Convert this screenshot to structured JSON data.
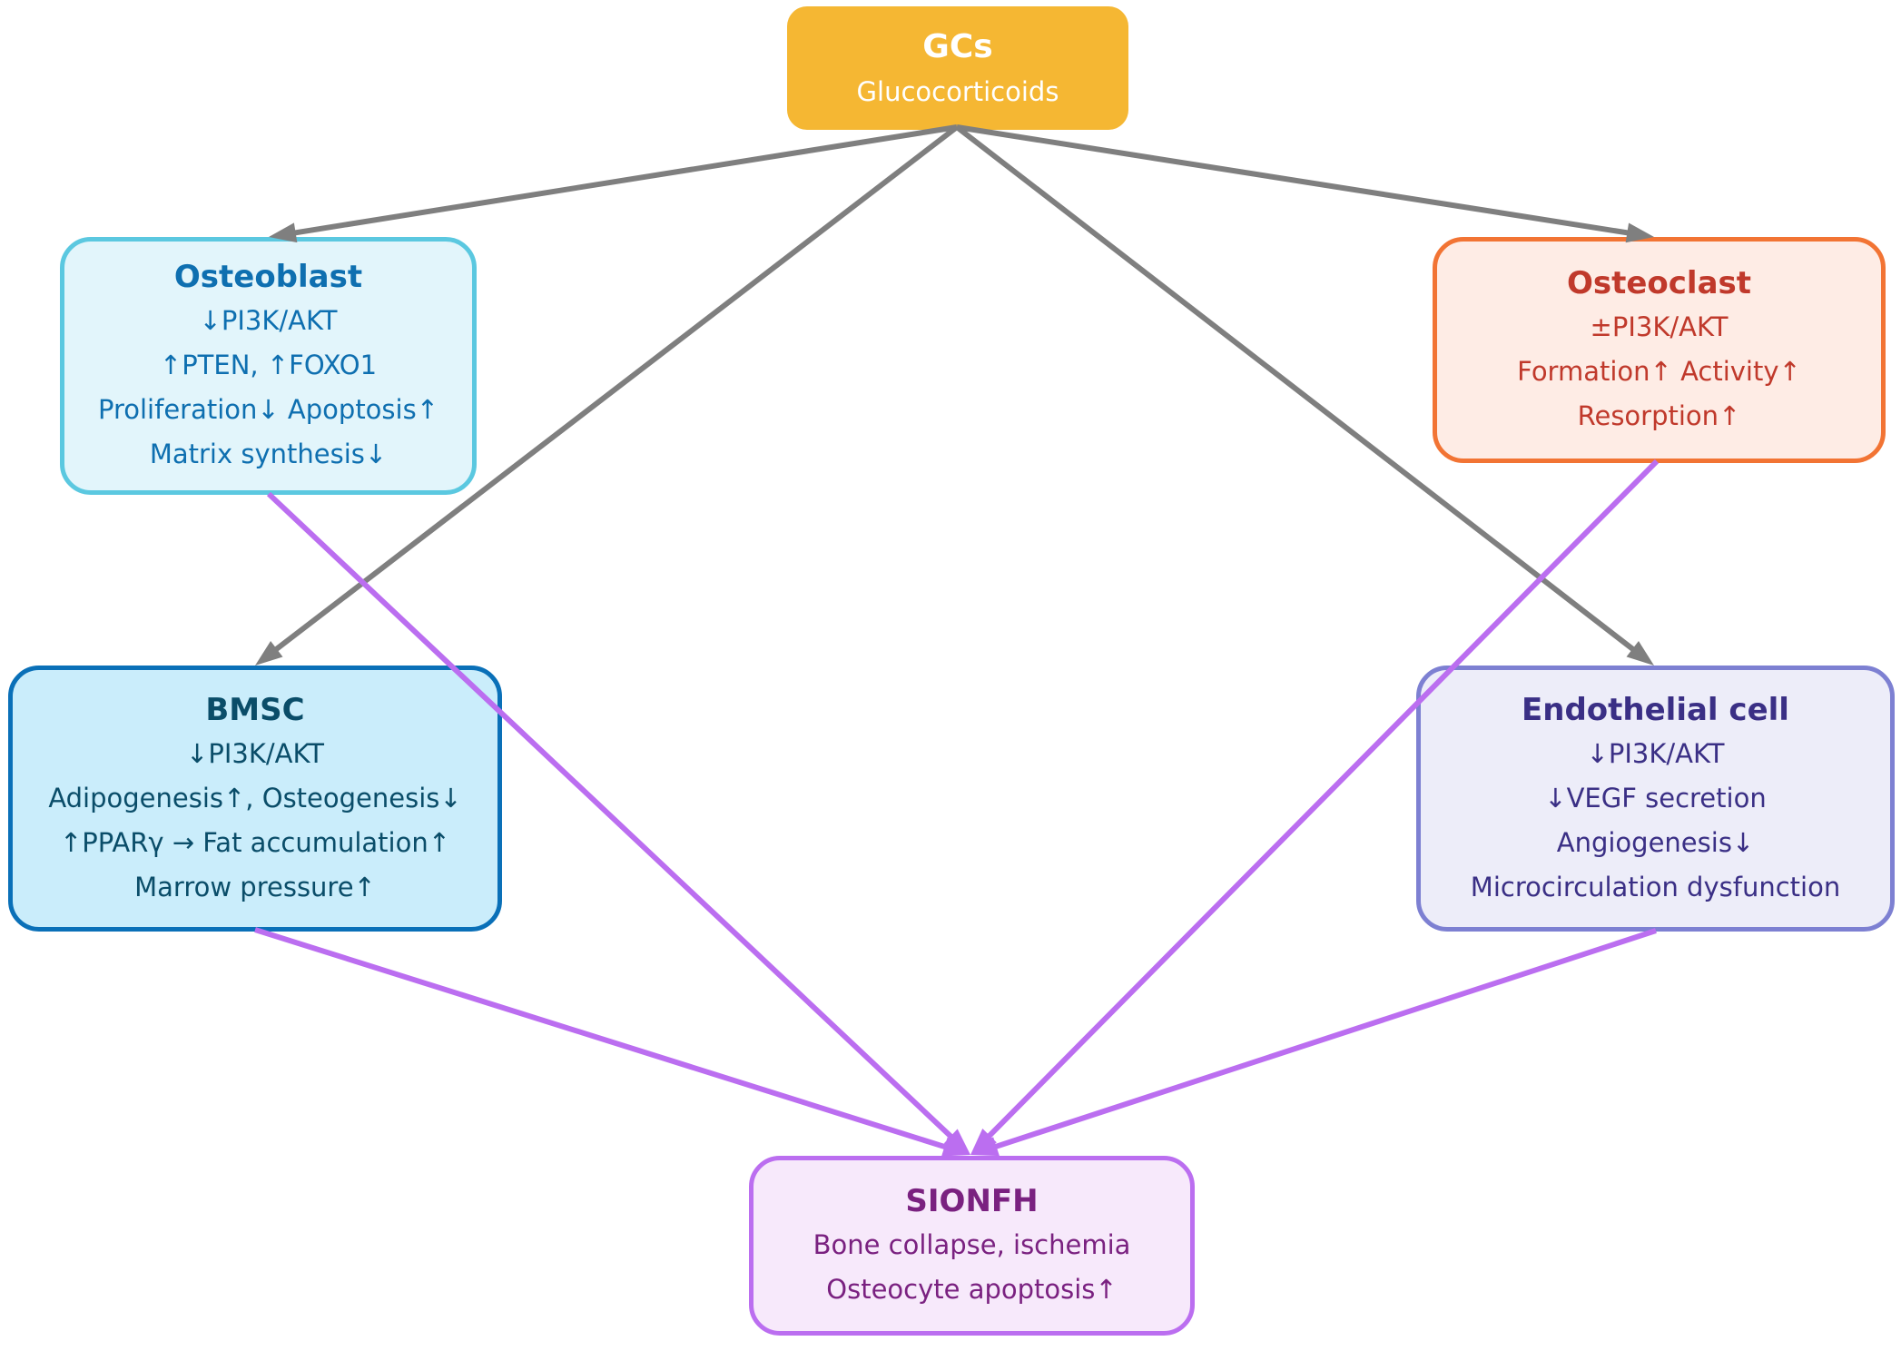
{
  "diagram": {
    "nodes": {
      "gcs": {
        "title": "GCs",
        "lines": [
          "Glucocorticoids"
        ]
      },
      "osteoblast": {
        "title": "Osteoblast",
        "lines": [
          "↓PI3K/AKT",
          "↑PTEN, ↑FOXO1",
          "Proliferation↓ Apoptosis↑",
          "Matrix synthesis↓"
        ]
      },
      "osteoclast": {
        "title": "Osteoclast",
        "lines": [
          "±PI3K/AKT",
          "Formation↑ Activity↑",
          "Resorption↑"
        ]
      },
      "bmsc": {
        "title": "BMSC",
        "lines": [
          "↓PI3K/AKT",
          "Adipogenesis↑, Osteogenesis↓",
          "↑PPARγ → Fat accumulation↑",
          "Marrow pressure↑"
        ]
      },
      "endothelial": {
        "title": "Endothelial cell",
        "lines": [
          "↓PI3K/AKT",
          "↓VEGF secretion",
          "Angiogenesis↓",
          "Microcirculation dysfunction"
        ]
      },
      "sionfh": {
        "title": "SIONFH",
        "lines": [
          "Bone collapse, ischemia",
          "Osteocyte apoptosis↑"
        ]
      }
    },
    "edges": [
      {
        "from": "gcs",
        "to": "osteoblast",
        "color": "#7f7f7f"
      },
      {
        "from": "gcs",
        "to": "osteoclast",
        "color": "#7f7f7f"
      },
      {
        "from": "gcs",
        "to": "bmsc",
        "color": "#7f7f7f"
      },
      {
        "from": "gcs",
        "to": "endothelial",
        "color": "#7f7f7f"
      },
      {
        "from": "osteoblast",
        "to": "sionfh",
        "color": "#bb6ef0"
      },
      {
        "from": "osteoclast",
        "to": "sionfh",
        "color": "#bb6ef0"
      },
      {
        "from": "bmsc",
        "to": "sionfh",
        "color": "#bb6ef0"
      },
      {
        "from": "endothelial",
        "to": "sionfh",
        "color": "#bb6ef0"
      }
    ],
    "colors": {
      "gcs": "#f5b733",
      "osteoblast": "#5bc8e0",
      "osteoclast": "#f27434",
      "bmsc": "#0a70b8",
      "endothelial": "#7d80d2",
      "sionfh": "#bb6ef0",
      "regulatory_arrow": "#7f7f7f",
      "outcome_arrow": "#bb6ef0"
    }
  }
}
